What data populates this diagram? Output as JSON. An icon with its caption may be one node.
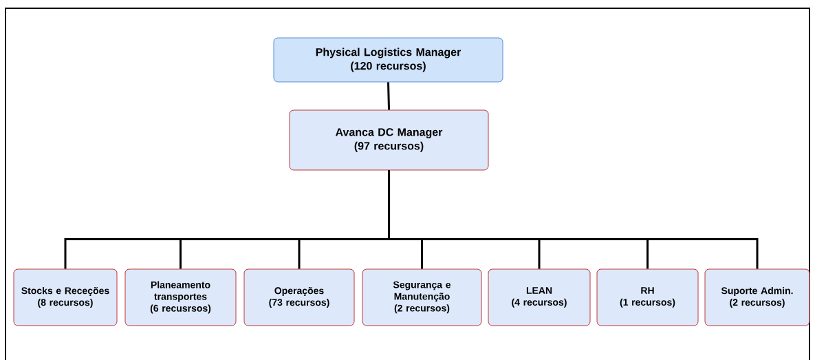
{
  "diagram": {
    "nodes": [
      {
        "text": [
          "Physical Logistics Manager",
          "(120 recursos)"
        ]
      },
      {
        "text": [
          "Avanca DC Manager",
          "(97 recursos)"
        ]
      },
      {
        "text": [
          "Stocks e Receções",
          "(8 recursos)"
        ]
      },
      {
        "text": [
          "Planeamento transportes",
          "(6 recusrsos)"
        ]
      },
      {
        "text": [
          "Operações",
          "(73 recursos)"
        ]
      },
      {
        "text": [
          "Segurança e Manutenção",
          "(2 recursos)"
        ]
      },
      {
        "text": [
          "LEAN",
          "(4 recursos)"
        ]
      },
      {
        "text": [
          "RH",
          "(1 recursos)"
        ]
      },
      {
        "text": [
          "Suporte Admin.",
          "(2 recursos)"
        ]
      }
    ],
    "edges": [
      {
        "from": 0,
        "to": 1,
        "arrow": "none"
      },
      {
        "from": 1,
        "to": 2,
        "arrow": "none"
      },
      {
        "from": 1,
        "to": 3,
        "arrow": "none"
      },
      {
        "from": 1,
        "to": 4,
        "arrow": "none"
      },
      {
        "from": 1,
        "to": 5,
        "arrow": "none"
      },
      {
        "from": 1,
        "to": 6,
        "arrow": "none"
      },
      {
        "from": 1,
        "to": 7,
        "arrow": "none"
      },
      {
        "from": 1,
        "to": 8,
        "arrow": "none"
      }
    ]
  }
}
